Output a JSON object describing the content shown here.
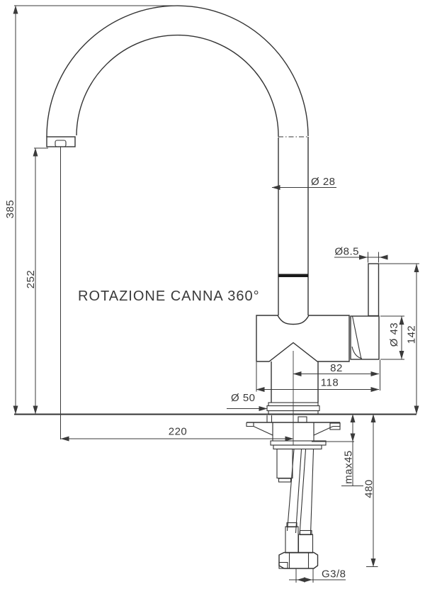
{
  "drawing": {
    "note": "ROTAZIONE CANNA 360°",
    "dims": {
      "total_height": "385",
      "spout_outlet_height": "252",
      "spout_reach": "220",
      "spout_tube_diameter": "Ø 28",
      "lever_rod_diameter": "Ø8.5",
      "body_diameter": "Ø 43",
      "body_height": "142",
      "lever_offset": "82",
      "overall_depth": "118",
      "base_diameter": "Ø 50",
      "max_deck_thickness": "max45",
      "hose_length": "480",
      "connection_thread": "G3/8"
    },
    "colors": {
      "line": "#333333",
      "text": "#3a3a3a",
      "background": "#ffffff"
    }
  }
}
